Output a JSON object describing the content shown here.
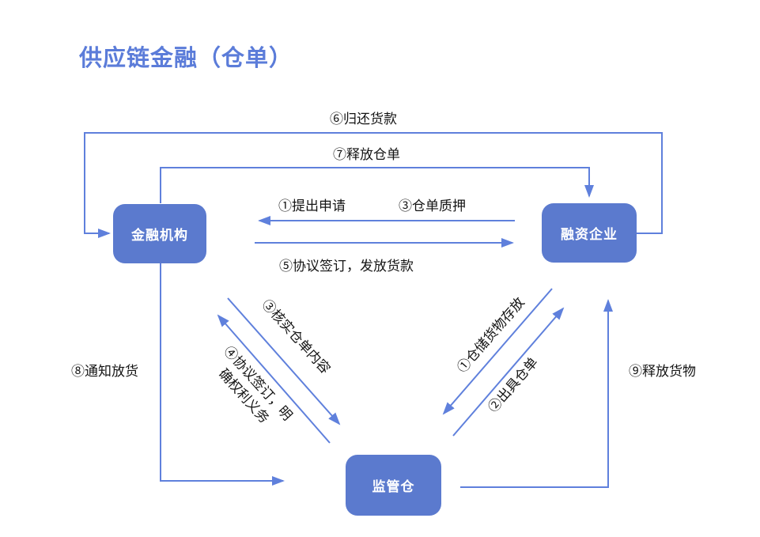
{
  "title": "供应链金融（仓单）",
  "colors": {
    "accent": "#5B7CD9",
    "box_fill": "#5B7ACE",
    "box_text": "#FFFFFF",
    "arrow": "#5F80DC",
    "label_text": "#141414",
    "background": "#FFFFFF"
  },
  "nodes": {
    "financial_institution": {
      "label": "金融机构"
    },
    "financing_enterprise": {
      "label": "融资企业"
    },
    "supervised_warehouse": {
      "label": "监管仓"
    }
  },
  "edge_labels": {
    "step6_repay_loan": "⑥归还货款",
    "step7_release_receipt": "⑦释放仓单",
    "step1_apply": "①提出申请",
    "step3_pledge_receipt": "③仓单质押",
    "step5_sign_agreement_grant_loan": "⑤协议签订，发放货款",
    "step3_verify_receipt": "③核实仓单内容",
    "step4_sign_agreement_rights": "④协议签订，明\n确权利义务",
    "step1_store_goods": "①仓储货物存放",
    "step2_issue_receipt": "②出具仓单",
    "step8_notify_release": "⑧通知放货",
    "step9_release_goods": "⑨释放货物"
  }
}
